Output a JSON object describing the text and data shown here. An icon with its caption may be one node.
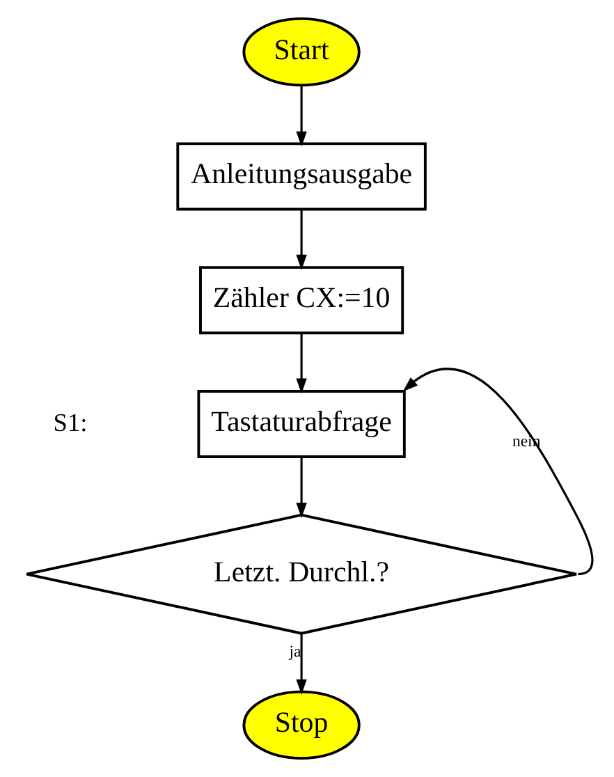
{
  "diagram": {
    "nodes": [
      {
        "text": [
          "Start"
        ]
      },
      {
        "text": [
          "Anleitungsausgabe"
        ]
      },
      {
        "text": [
          "Zähler CX:=10"
        ]
      },
      {
        "text": [
          "Tastaturabfrage"
        ]
      },
      {
        "text": [
          "Letzt. Durchl.?"
        ]
      },
      {
        "text": [
          "Stop"
        ]
      }
    ],
    "edges": [
      {
        "from": 0,
        "to": 1,
        "arrow": "to"
      },
      {
        "from": 1,
        "to": 2,
        "arrow": "to"
      },
      {
        "from": 2,
        "to": 3,
        "arrow": "to"
      },
      {
        "from": 3,
        "to": 4,
        "arrow": "to"
      },
      {
        "from": 4,
        "to": 5,
        "label": "ja",
        "arrow": "to"
      },
      {
        "from": 4,
        "to": 3,
        "label": "nein",
        "arrow": "to"
      }
    ],
    "labels": [
      "S1:"
    ]
  }
}
